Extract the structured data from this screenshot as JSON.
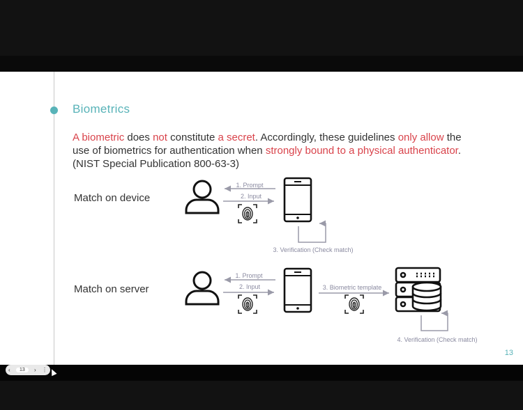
{
  "slide": {
    "title": "Biometrics",
    "paragraph": [
      {
        "text": "A biometric",
        "red": true
      },
      {
        "text": " does ",
        "red": false
      },
      {
        "text": "not",
        "red": true
      },
      {
        "text": " constitute ",
        "red": false
      },
      {
        "text": "a secret",
        "red": true
      },
      {
        "text": ". Accordingly, these guidelines ",
        "red": false
      },
      {
        "text": "only allow",
        "red": true
      },
      {
        "text": " the use of biometrics for authentication when ",
        "red": false
      },
      {
        "text": "strongly bound to a physical authenticator",
        "red": true
      },
      {
        "text": ". (NIST Special Publication 800-63-3)",
        "red": false
      }
    ],
    "row1": {
      "label": "Match on device",
      "prompt": "1. Prompt",
      "input": "2. Input",
      "verification": "3. Verification (Check match)"
    },
    "row2": {
      "label": "Match on server",
      "prompt": "1. Prompt",
      "input": "2. Input",
      "template": "3. Biometric template",
      "verification": "4. Verification (Check match)"
    },
    "page_number": "13"
  },
  "nav": {
    "prev_icon": "chevron-left-icon",
    "page": "13",
    "next_icon": "chevron-right-icon",
    "more_icon": "more-vertical-icon"
  },
  "colors": {
    "accent": "#58b3b8",
    "highlight": "#d9434b",
    "text": "#333333",
    "arrow": "#9a9aa8"
  }
}
